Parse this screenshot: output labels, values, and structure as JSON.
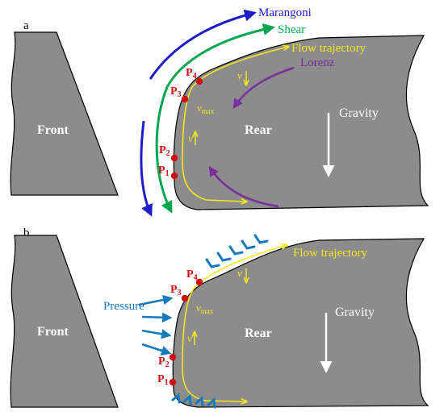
{
  "panels": [
    {
      "id": "a",
      "panel_label": "a",
      "front_label": "Front",
      "rear_label": "Rear",
      "gravity_label": "Gravity",
      "flow_label": "Flow trajectory",
      "force_labels": {
        "marangoni": "Marangoni",
        "shear": "Shear",
        "lorenz": "Lorenz"
      },
      "points": [
        {
          "letter": "P",
          "sub": "1"
        },
        {
          "letter": "P",
          "sub": "2"
        },
        {
          "letter": "P",
          "sub": "3"
        },
        {
          "letter": "P",
          "sub": "4"
        }
      ],
      "velocity": {
        "v": "v",
        "vmax": "v",
        "vmax_sub": "max"
      }
    },
    {
      "id": "b",
      "panel_label": "b",
      "front_label": "Front",
      "rear_label": "Rear",
      "gravity_label": "Gravity",
      "flow_label": "Flow trajectory",
      "force_labels": {
        "pressure": "Pressure"
      },
      "points": [
        {
          "letter": "P",
          "sub": "1"
        },
        {
          "letter": "P",
          "sub": "2"
        },
        {
          "letter": "P",
          "sub": "3"
        },
        {
          "letter": "P",
          "sub": "4"
        }
      ],
      "velocity": {
        "v": "v",
        "vmax": "v",
        "vmax_sub": "max"
      }
    }
  ],
  "colors": {
    "shape_fill": "#8c8c8c",
    "outline": "#000000",
    "marangoni": "#1c1cc8",
    "shear": "#00a650",
    "lorenz": "#7b2d9e",
    "flow": "#f5e816",
    "points": "#d01010",
    "pressure": "#1579c0",
    "gravity": "#ffffff"
  }
}
